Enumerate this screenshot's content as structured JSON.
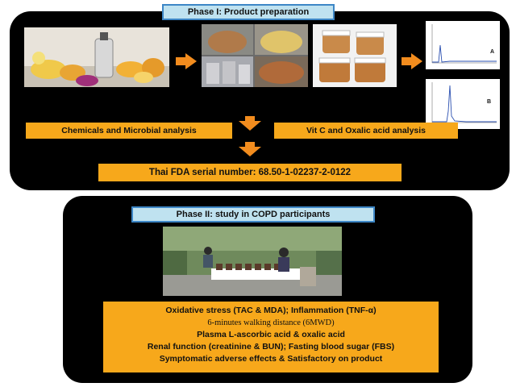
{
  "phase1": {
    "title": "Phase I: Product preparation",
    "chemical_analysis": "Chemicals and Microbial analysis",
    "vitc_analysis": "Vit C and Oxalic acid analysis",
    "fda_serial": "Thai FDA serial number: 68.50-1-02237-2-0122",
    "chart_labels": [
      "A",
      "B"
    ]
  },
  "phase2": {
    "title": "Phase II: study in COPD participants",
    "outcomes": [
      "Oxidative stress (TAC & MDA); Inflammation (TNF-α)",
      "6-minutes walking distance (6MWD)",
      "Plasma L-ascorbic acid & oxalic acid",
      "Renal function (creatinine & BUN); Fasting blood sugar (FBS)",
      "Symptomatic adverse effects & Satisfactory on product"
    ]
  },
  "colors": {
    "panel": "#000000",
    "title_fill": "#bfe2f0",
    "title_border": "#3d86c6",
    "box_fill": "#f7a81b",
    "arrow": "#f28c1e"
  }
}
